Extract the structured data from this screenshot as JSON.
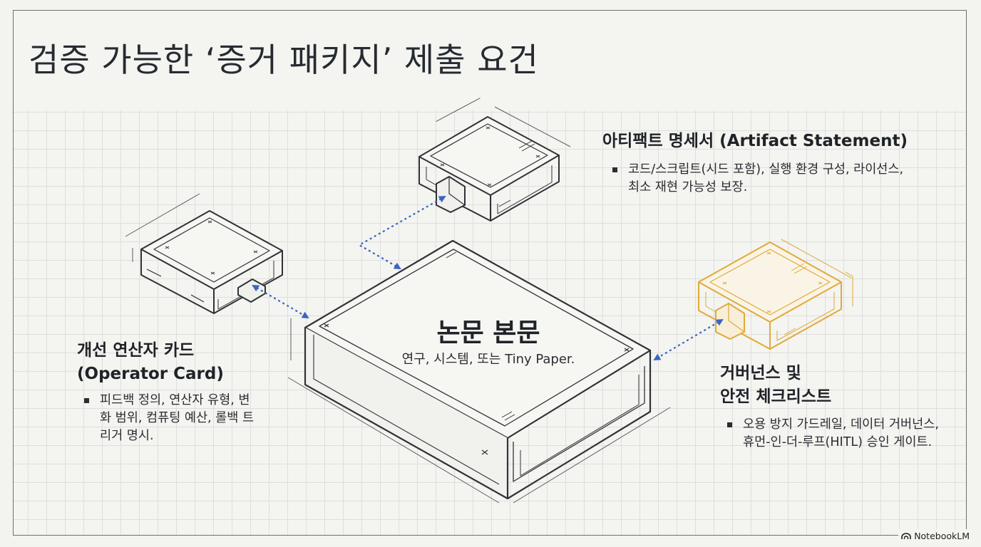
{
  "title": "검증 가능한 ‘증거 패키지’ 제출 요건",
  "center": {
    "title": "논문 본문",
    "subtitle": "연구, 시스템, 또는 Tiny Paper."
  },
  "artifact": {
    "heading": "아티팩트 명세서 (Artifact Statement)",
    "bullets": [
      "코드/스크립트(시드 포함), 실행 환경 구성, 라이선스, 최소 재현 가능성 보장."
    ]
  },
  "operator": {
    "heading_line1": "개선 연산자 카드",
    "heading_line2": "(Operator Card)",
    "bullets": [
      "피드백 정의, 연산자 유형, 변화 범위, 컴퓨팅 예산, 롤백 트리거 명시."
    ]
  },
  "governance": {
    "heading_line1": "거버넌스 및",
    "heading_line2": "안전 체크리스트",
    "bullets": [
      "오용 방지 가드레일, 데이터 거버넌스, 휴먼-인-더-루프(HITL) 승인 게이트."
    ]
  },
  "brand": "NotebookLM",
  "colors": {
    "stroke": "#2f3338",
    "accent_gold": "#e0a93a",
    "arrow_blue": "#3a63c4"
  }
}
